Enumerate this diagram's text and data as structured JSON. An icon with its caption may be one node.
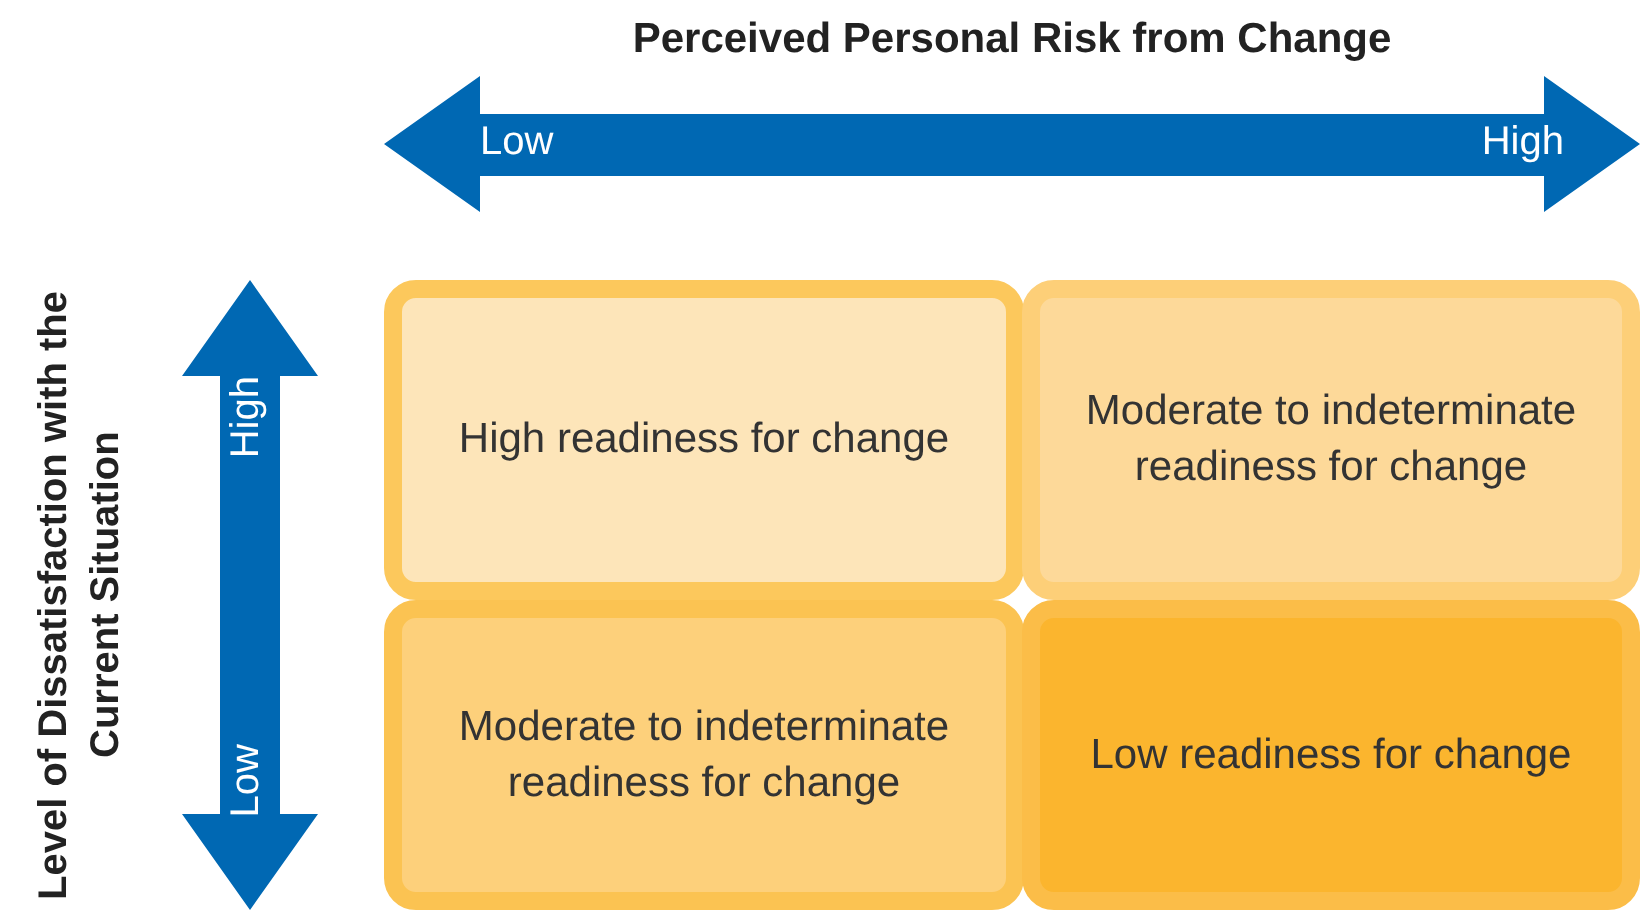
{
  "diagram": {
    "nodes": [
      {
        "text": [
          "High readiness for change"
        ]
      },
      {
        "text": [
          "Moderate to indeterminate readiness for change"
        ]
      },
      {
        "text": [
          "Moderate to indeterminate readiness for change"
        ]
      },
      {
        "text": [
          "Low readiness for change"
        ]
      }
    ],
    "labels": [
      "Perceived Personal Risk from Change",
      "Low",
      "High",
      "Level of Dissatisfaction with the Current Situation",
      "High",
      "Low"
    ]
  }
}
